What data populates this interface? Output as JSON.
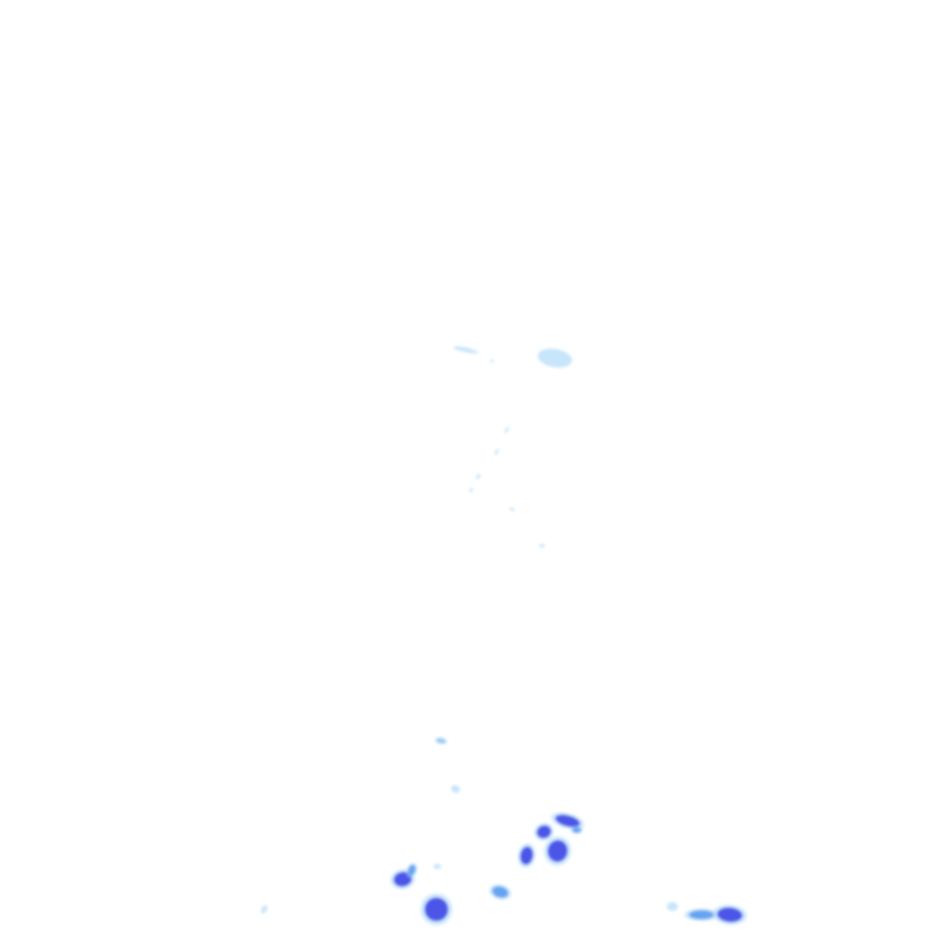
{
  "map": {
    "type": "precipitation radar overlay",
    "background_color": "#ffffff",
    "intensity_colors": {
      "light": "#b4dcfa",
      "light_medium": "#8cc8f5",
      "medium": "#5a9bf0",
      "heavy": "#3c46e6"
    },
    "cells": [
      {
        "level": "light"
      },
      {
        "level": "light"
      },
      {
        "level": "light"
      },
      {
        "level": "light"
      },
      {
        "level": "light"
      },
      {
        "level": "light"
      },
      {
        "level": "light"
      },
      {
        "level": "light"
      },
      {
        "level": "light"
      },
      {
        "level": "light_medium"
      },
      {
        "level": "light"
      },
      {
        "level": "heavy"
      },
      {
        "level": "heavy"
      },
      {
        "level": "heavy"
      },
      {
        "level": "heavy"
      },
      {
        "level": "medium"
      },
      {
        "level": "heavy"
      },
      {
        "level": "medium"
      },
      {
        "level": "heavy"
      },
      {
        "level": "medium"
      },
      {
        "level": "light"
      },
      {
        "level": "light"
      },
      {
        "level": "medium"
      },
      {
        "level": "heavy"
      },
      {
        "level": "light"
      }
    ]
  }
}
